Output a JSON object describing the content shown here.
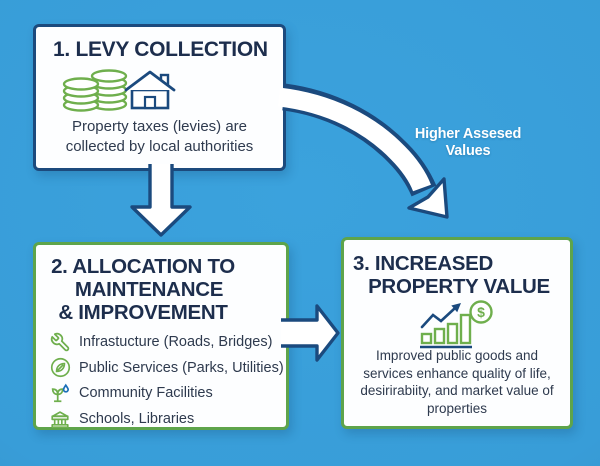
{
  "colors": {
    "background": "#389dd8",
    "navy": "#1b4a7e",
    "title_navy": "#1d2e4d",
    "body_text": "#2e3a4e",
    "green": "#5ea44b",
    "icon_green": "#6faf4d",
    "drop_blue": "#1b6fb8",
    "white": "#ffffff"
  },
  "step1": {
    "title": "1. LEVY COLLECTION",
    "body": "Property taxes (levies) are collected by local authorities",
    "icons": [
      "coins-icon",
      "house-icon"
    ]
  },
  "step2": {
    "title_line1": "2. ALLOCATION TO",
    "title_line2": "MAINTENANCE",
    "title_line3": "& IMPROVEMENT",
    "items": [
      {
        "icon": "wrench-icon",
        "label": "Infrastucture (Roads, Bridges)"
      },
      {
        "icon": "leaf-icon",
        "label": "Public Services (Parks, Utilities)"
      },
      {
        "icon": "sprout-icon",
        "label": "Community Facilities"
      },
      {
        "icon": "bank-icon",
        "label": "Schools, Libraries"
      }
    ]
  },
  "step3": {
    "title_line1": "3. INCREASED",
    "title_line2": "PROPERTY VALUE",
    "icon": "growth-chart-icon",
    "body": "Improved public goods and services enhance quality of life, desirirabiity, and market value of properties"
  },
  "arrow_label": {
    "line1": "Higher Assesed",
    "line2": "Values"
  }
}
